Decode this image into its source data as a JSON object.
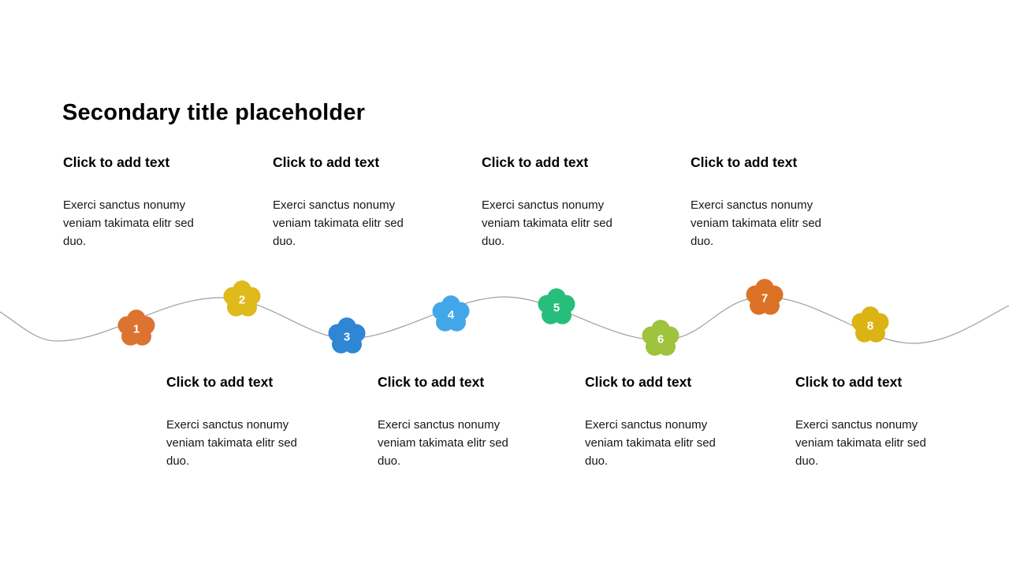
{
  "slide": {
    "title": "Secondary title placeholder",
    "wave_color": "#9e9e9e",
    "items": [
      {
        "number": "1",
        "heading": "Click to add text",
        "body": "Exerci sanctus nonumy veniam takimata elitr sed duo.",
        "flower_color": "#dd7330"
      },
      {
        "number": "2",
        "heading": "Click to add text",
        "body": "Exerci sanctus nonumy veniam takimata elitr sed duo.",
        "flower_color": "#dfba1b"
      },
      {
        "number": "3",
        "heading": "Click to add text",
        "body": "Exerci sanctus nonumy veniam takimata elitr sed duo.",
        "flower_color": "#2e86d5"
      },
      {
        "number": "4",
        "heading": "Click to add text",
        "body": "Exerci sanctus nonumy veniam takimata elitr sed duo.",
        "flower_color": "#41a7e8"
      },
      {
        "number": "5",
        "heading": "Click to add text",
        "body": "Exerci sanctus nonumy veniam takimata elitr sed duo.",
        "flower_color": "#27be7b"
      },
      {
        "number": "6",
        "heading": "Click to add text",
        "body": "Exerci sanctus nonumy veniam takimata elitr sed duo.",
        "flower_color": "#9ec33d"
      },
      {
        "number": "7",
        "heading": "Click to add text",
        "body": "Exerci sanctus nonumy veniam takimata elitr sed duo.",
        "flower_color": "#dc7226"
      },
      {
        "number": "8",
        "heading": "Click to add text",
        "body": "Exerci sanctus nonumy veniam takimata elitr sed duo.",
        "flower_color": "#dbb414"
      }
    ]
  }
}
